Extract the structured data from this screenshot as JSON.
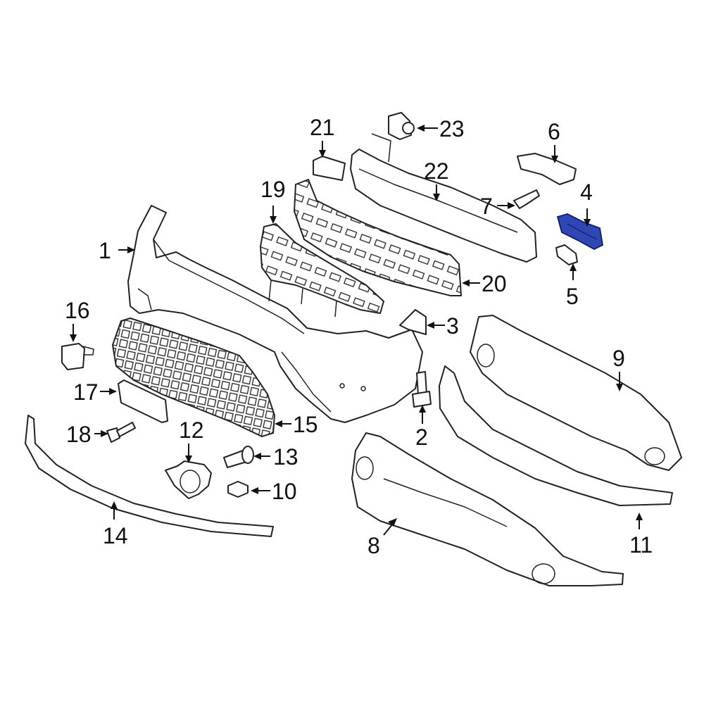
{
  "diagram": {
    "highlight_color": "#2f46b5",
    "highlighted_part": "4",
    "callouts": [
      {
        "id": "c1",
        "label": "1"
      },
      {
        "id": "c2",
        "label": "2"
      },
      {
        "id": "c3",
        "label": "3"
      },
      {
        "id": "c4",
        "label": "4"
      },
      {
        "id": "c5",
        "label": "5"
      },
      {
        "id": "c6",
        "label": "6"
      },
      {
        "id": "c7",
        "label": "7"
      },
      {
        "id": "c8",
        "label": "8"
      },
      {
        "id": "c9",
        "label": "9"
      },
      {
        "id": "c10",
        "label": "10"
      },
      {
        "id": "c11",
        "label": "11"
      },
      {
        "id": "c12",
        "label": "12"
      },
      {
        "id": "c13",
        "label": "13"
      },
      {
        "id": "c14",
        "label": "14"
      },
      {
        "id": "c15",
        "label": "15"
      },
      {
        "id": "c16",
        "label": "16"
      },
      {
        "id": "c17",
        "label": "17"
      },
      {
        "id": "c18",
        "label": "18"
      },
      {
        "id": "c19",
        "label": "19"
      },
      {
        "id": "c20",
        "label": "20"
      },
      {
        "id": "c21",
        "label": "21"
      },
      {
        "id": "c22",
        "label": "22"
      },
      {
        "id": "c23",
        "label": "23"
      }
    ]
  }
}
